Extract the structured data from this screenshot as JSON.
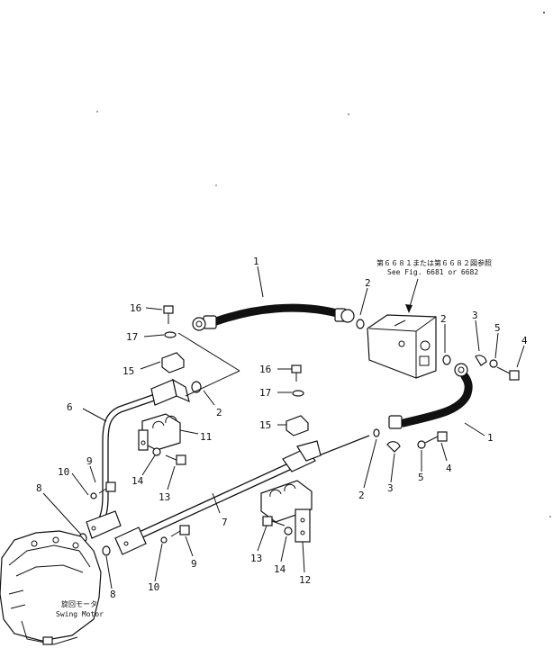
{
  "callouts": {
    "c1_top": "1",
    "c1_right": "1",
    "c2_a": "2",
    "c2_b": "2",
    "c2_c": "2",
    "c2_d": "2",
    "c3_a": "3",
    "c3_b": "3",
    "c4_a": "4",
    "c4_b": "4",
    "c5_a": "5",
    "c5_b": "5",
    "c6": "6",
    "c7": "7",
    "c8_a": "8",
    "c8_b": "8",
    "c9_a": "9",
    "c9_b": "9",
    "c10_a": "10",
    "c10_b": "10",
    "c11": "11",
    "c12": "12",
    "c13_a": "13",
    "c13_b": "13",
    "c14_a": "14",
    "c14_b": "14",
    "c15_a": "15",
    "c15_b": "15",
    "c16_a": "16",
    "c16_b": "16",
    "c17_a": "17",
    "c17_b": "17"
  },
  "notes": {
    "reference_jp": "第６６８１または第６６８２図参照",
    "reference_en": "See Fig. 6681 or 6682",
    "motor_jp": "旋回モータ",
    "motor_en": "Swing Motor"
  }
}
